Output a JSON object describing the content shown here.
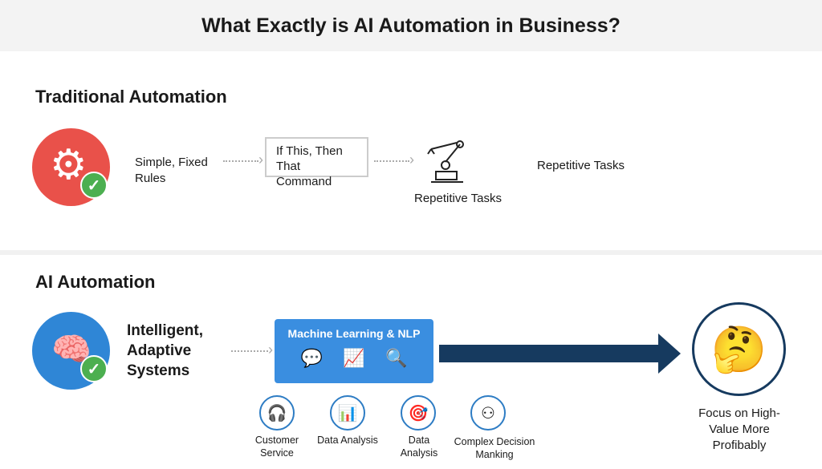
{
  "title": "What Exactly is AI Automation in Business?",
  "traditional": {
    "heading": "Traditional Automation",
    "rules": "Simple, Fixed Rules",
    "command": "If This, Then That Command",
    "robot_label": "Repetitive Tasks",
    "extra_label": "Repetitive Tasks"
  },
  "ai": {
    "heading": "AI Automation",
    "desc": "Intelligent, Adaptive Systems",
    "ml_label": "Machine Learning & NLP",
    "capabilities": [
      {
        "label": "Customer Service",
        "icon": "headset-icon"
      },
      {
        "label": "Data Analysis",
        "icon": "bar-chart-icon"
      },
      {
        "label": "Data Analysis",
        "icon": "target-chart-icon"
      },
      {
        "label": "Complex Decision Manking",
        "icon": "hierarchy-icon"
      }
    ],
    "outcome": "Focus on High-Value More Profibably"
  },
  "colors": {
    "red": "#e9514a",
    "blue": "#2f86d6",
    "navy": "#163a5f",
    "green": "#4caf50"
  }
}
